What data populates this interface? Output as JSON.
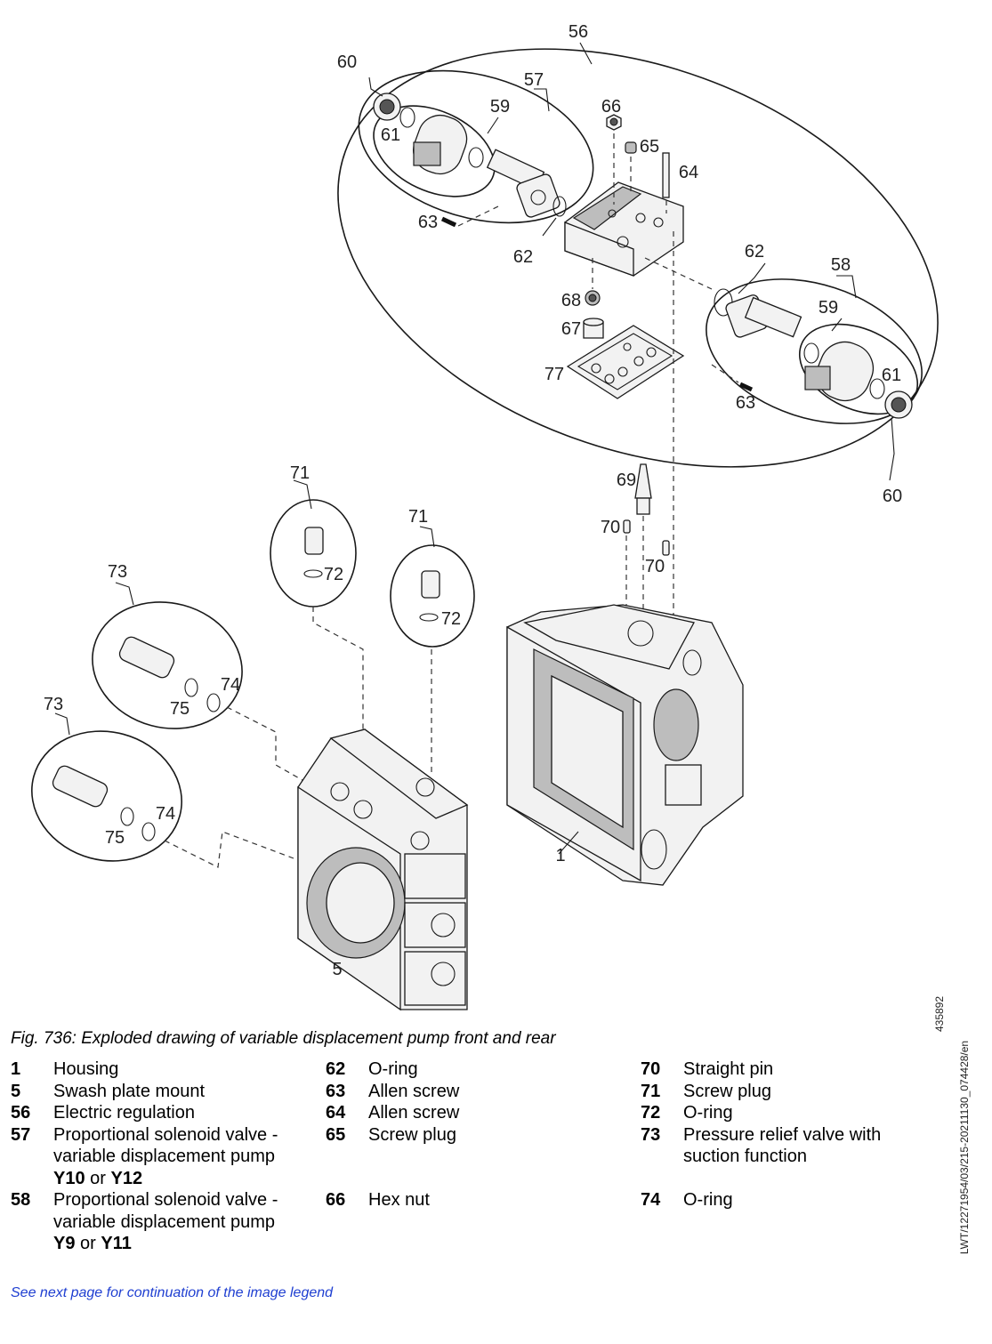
{
  "callouts": {
    "c56": "56",
    "c60a": "60",
    "c57": "57",
    "c59a": "59",
    "c61a": "61",
    "c66": "66",
    "c65": "65",
    "c64": "64",
    "c63a": "63",
    "c62a": "62",
    "c62b": "62",
    "c58": "58",
    "c59b": "59",
    "c68": "68",
    "c67": "67",
    "c77": "77",
    "c61b": "61",
    "c63b": "63",
    "c60b": "60",
    "c71a": "71",
    "c71b": "71",
    "c72a": "72",
    "c72b": "72",
    "c69": "69",
    "c70a": "70",
    "c70b": "70",
    "c73a": "73",
    "c73b": "73",
    "c74a": "74",
    "c75a": "75",
    "c74b": "74",
    "c75b": "75",
    "c1": "1",
    "c5": "5"
  },
  "doc_ids": {
    "number": "435892",
    "code": "LWT/12271954/03/215-20211130_074428/en"
  },
  "caption": "Fig. 736: Exploded drawing of variable displacement pump front and rear",
  "legend": {
    "col1": [
      {
        "num": "1",
        "text": "Housing"
      },
      {
        "num": "5",
        "text": "Swash plate mount"
      },
      {
        "num": "56",
        "text": "Electric regulation"
      },
      {
        "num": "57",
        "text": "Proportional solenoid valve - variable displacement pump",
        "b1": "Y10",
        "mid": " or ",
        "b2": "Y12"
      },
      {
        "num": "58",
        "text": "Proportional solenoid valve - variable displacement pump",
        "b1": "Y9",
        "mid": " or ",
        "b2": "Y11"
      }
    ],
    "col2": [
      {
        "num": "62",
        "text": "O-ring"
      },
      {
        "num": "63",
        "text": "Allen screw"
      },
      {
        "num": "64",
        "text": "Allen screw"
      },
      {
        "num": "65",
        "text": "Screw plug"
      },
      {
        "num": "66",
        "text": "Hex nut"
      }
    ],
    "col3": [
      {
        "num": "70",
        "text": "Straight pin"
      },
      {
        "num": "71",
        "text": "Screw plug"
      },
      {
        "num": "72",
        "text": "O-ring"
      },
      {
        "num": "73",
        "text": "Pressure relief valve with suction function"
      },
      {
        "num": "74",
        "text": "O-ring"
      }
    ]
  },
  "continue_note": "See next page for continuation of the image legend"
}
